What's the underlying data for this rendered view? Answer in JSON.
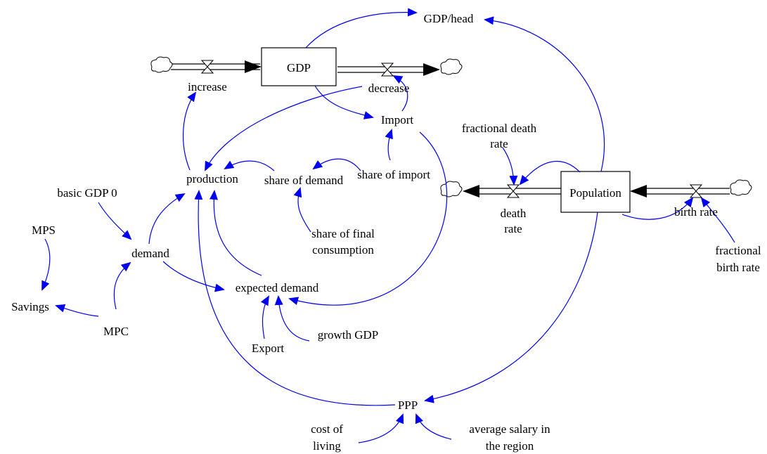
{
  "stocks": {
    "gdp": "GDP",
    "population": "Population"
  },
  "flows": {
    "increase": "increase",
    "decrease": "decrease",
    "death_rate_line1": "death",
    "death_rate_line2": "rate",
    "birth_rate": "birth rate"
  },
  "variables": {
    "gdp_per_head": "GDP/head",
    "import": "Import",
    "fractional_death_rate_line1": "fractional death",
    "fractional_death_rate_line2": "rate",
    "production": "production",
    "share_of_demand": "share of demand",
    "share_of_import": "share of import",
    "basic_gdp_0": "basic GDP 0",
    "mps": "MPS",
    "demand": "demand",
    "share_of_final_consumption_line1": "share of final",
    "share_of_final_consumption_line2": "consumption",
    "fractional_birth_rate_line1": "fractional",
    "fractional_birth_rate_line2": "birth rate",
    "savings": "Savings",
    "expected_demand": "expected demand",
    "mpc": "MPC",
    "growth_gdp": "growth GDP",
    "export": "Export",
    "ppp": "PPP",
    "cost_of_living_line1": "cost of",
    "cost_of_living_line2": "living",
    "average_salary_line1": "average salary in",
    "average_salary_line2": "the region"
  },
  "colors": {
    "link": "#0000ee",
    "flow": "#000000",
    "stock_fill": "#ffffff"
  }
}
